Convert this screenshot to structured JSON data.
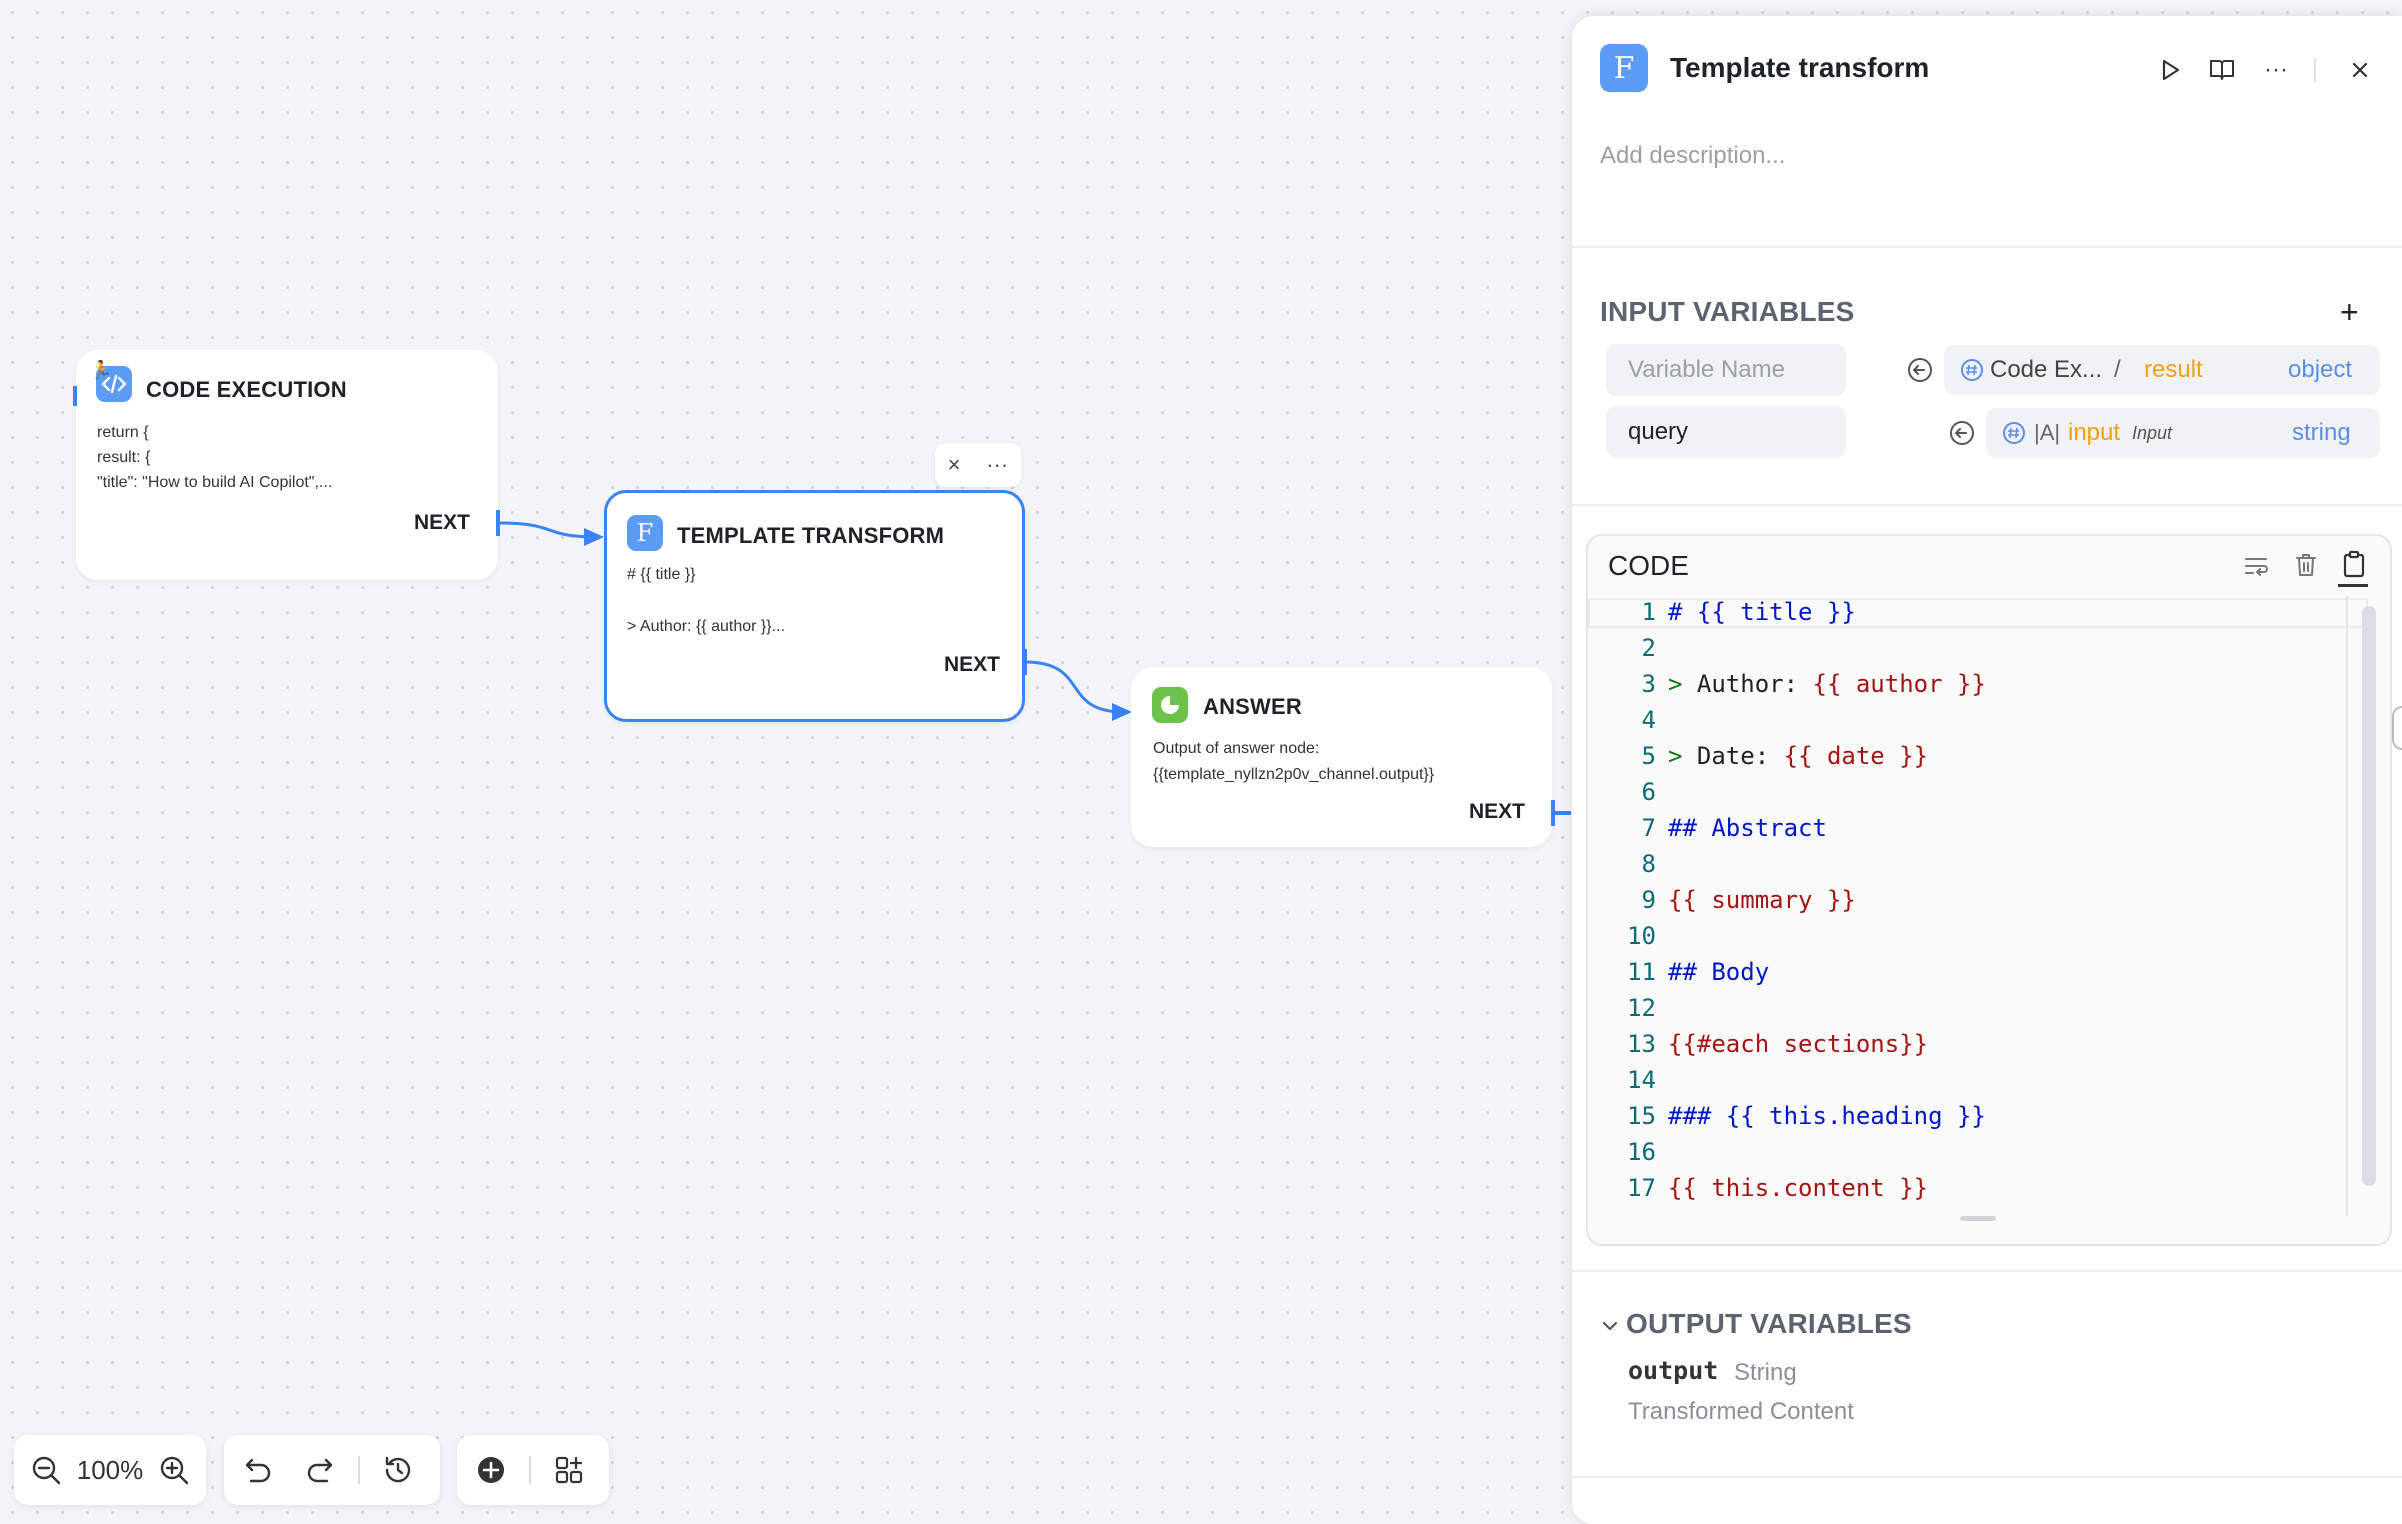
{
  "canvas": {
    "code_node": {
      "title": "CODE EXECUTION",
      "lines": [
        "return {",
        "result: {",
        "\"title\": \"How to build AI Copilot\",..."
      ],
      "next_label": "NEXT"
    },
    "template_node": {
      "title": "TEMPLATE TRANSFORM",
      "icon_letter": "F",
      "lines": [
        "# {{ title }}",
        "> Author: {{ author }}..."
      ],
      "next_label": "NEXT"
    },
    "answer_node": {
      "title": "ANSWER",
      "lines": [
        "Output of answer node:",
        "{{template_nyllzn2p0v_channel.output}}"
      ],
      "next_label": "NEXT"
    },
    "node_toolbar": {
      "close_glyph": "×",
      "more_glyph": "···"
    },
    "toolbar": {
      "zoom_label": "100%"
    }
  },
  "panel": {
    "icon_letter": "F",
    "title": "Template transform",
    "description_placeholder": "Add description...",
    "input_section": {
      "title": "INPUT VARIABLES",
      "add_glyph": "+",
      "rows": [
        {
          "name": "",
          "name_placeholder": "Variable Name",
          "source": "Code Ex...",
          "separator": "/",
          "field": "result",
          "field_suffix": "",
          "type": "object"
        },
        {
          "name": "query",
          "name_placeholder": "",
          "source": "|A|",
          "separator": "",
          "field": "input",
          "field_suffix": "Input",
          "type": "string"
        }
      ]
    },
    "code_section": {
      "title": "CODE",
      "lines": [
        {
          "n": "1",
          "tokens": [
            {
              "t": "# {{ title }}",
              "k": "heading"
            }
          ]
        },
        {
          "n": "2",
          "tokens": []
        },
        {
          "n": "3",
          "tokens": [
            {
              "t": "> ",
              "k": "quote"
            },
            {
              "t": "Author: ",
              "k": "text"
            },
            {
              "t": "{{ author }}",
              "k": "var"
            }
          ]
        },
        {
          "n": "4",
          "tokens": []
        },
        {
          "n": "5",
          "tokens": [
            {
              "t": "> ",
              "k": "quote"
            },
            {
              "t": "Date: ",
              "k": "text"
            },
            {
              "t": "{{ date }}",
              "k": "var"
            }
          ]
        },
        {
          "n": "6",
          "tokens": []
        },
        {
          "n": "7",
          "tokens": [
            {
              "t": "## Abstract",
              "k": "heading"
            }
          ]
        },
        {
          "n": "8",
          "tokens": []
        },
        {
          "n": "9",
          "tokens": [
            {
              "t": "{{ summary }}",
              "k": "var"
            }
          ]
        },
        {
          "n": "10",
          "tokens": []
        },
        {
          "n": "11",
          "tokens": [
            {
              "t": "## Body",
              "k": "heading"
            }
          ]
        },
        {
          "n": "12",
          "tokens": []
        },
        {
          "n": "13",
          "tokens": [
            {
              "t": "{{#each sections}}",
              "k": "var"
            }
          ]
        },
        {
          "n": "14",
          "tokens": []
        },
        {
          "n": "15",
          "tokens": [
            {
              "t": "### {{ this.heading }}",
              "k": "heading"
            }
          ]
        },
        {
          "n": "16",
          "tokens": []
        },
        {
          "n": "17",
          "tokens": [
            {
              "t": "{{ this.content }}",
              "k": "var"
            }
          ]
        }
      ]
    },
    "output_section": {
      "title": "OUTPUT VARIABLES",
      "name": "output",
      "type": "String",
      "description": "Transformed Content"
    }
  },
  "colors": {
    "accent": "#3b82f6",
    "field": "#f59e0b",
    "type": "#5b8def",
    "answer_icon": "#6cc24a"
  }
}
